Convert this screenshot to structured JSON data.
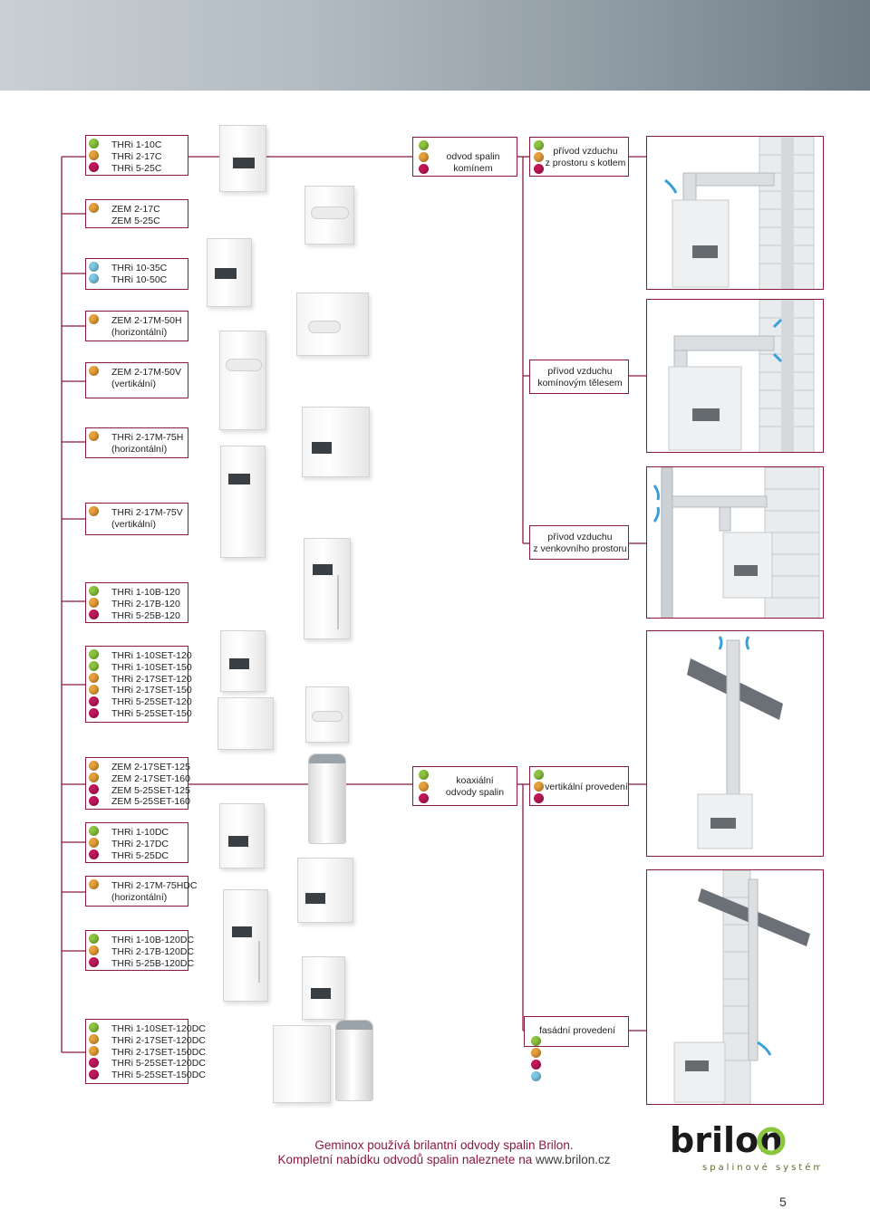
{
  "lists": [
    {
      "id": "g1",
      "dots": [
        "green",
        "orange",
        "magenta"
      ],
      "lines": [
        "THRi 1-10C",
        "THRi 2-17C",
        "THRi 5-25C"
      ]
    },
    {
      "id": "g2",
      "dots": [
        "orange"
      ],
      "lines": [
        "ZEM 2-17C",
        "ZEM 5-25C"
      ]
    },
    {
      "id": "g3",
      "dots": [
        "blue",
        "blue"
      ],
      "lines": [
        "THRi 10-35C",
        "THRi 10-50C"
      ]
    },
    {
      "id": "g4",
      "dots": [
        "orange"
      ],
      "lines": [
        "ZEM 2-17M-50H",
        "(horizontální)"
      ]
    },
    {
      "id": "g5",
      "dots": [
        "orange"
      ],
      "lines": [
        "ZEM 2-17M-50V",
        "(vertikální)"
      ]
    },
    {
      "id": "g6",
      "dots": [
        "orange"
      ],
      "lines": [
        "THRi 2-17M-75H",
        "(horizontální)"
      ]
    },
    {
      "id": "g7",
      "dots": [
        "orange"
      ],
      "lines": [
        "THRi 2-17M-75V",
        "(vertikální)"
      ]
    },
    {
      "id": "g8",
      "dots": [
        "green",
        "orange",
        "magenta"
      ],
      "lines": [
        "THRi 1-10B-120",
        "THRi 2-17B-120",
        "THRi 5-25B-120"
      ]
    },
    {
      "id": "g9",
      "dots": [
        "green",
        "green",
        "orange",
        "orange",
        "magenta",
        "magenta"
      ],
      "lines": [
        "THRi 1-10SET-120",
        "THRi 1-10SET-150",
        "THRi 2-17SET-120",
        "THRi 2-17SET-150",
        "THRi 5-25SET-120",
        "THRi 5-25SET-150"
      ]
    },
    {
      "id": "g10",
      "dots": [
        "orange",
        "orange",
        "magenta",
        "magenta"
      ],
      "lines": [
        "ZEM 2-17SET-125",
        "ZEM 2-17SET-160",
        "ZEM 5-25SET-125",
        "ZEM 5-25SET-160"
      ]
    },
    {
      "id": "g11",
      "dots": [
        "green",
        "orange",
        "magenta"
      ],
      "lines": [
        "THRi 1-10DC",
        "THRi 2-17DC",
        "THRi 5-25DC"
      ]
    },
    {
      "id": "g12",
      "dots": [
        "orange"
      ],
      "lines": [
        "THRi 2-17M-75HDC",
        "(horizontální)"
      ]
    },
    {
      "id": "g13",
      "dots": [
        "green",
        "orange",
        "magenta"
      ],
      "lines": [
        "THRi 1-10B-120DC",
        "THRi 2-17B-120DC",
        "THRi 5-25B-120DC"
      ]
    },
    {
      "id": "g14",
      "dots": [
        "green",
        "orange",
        "orange",
        "magenta",
        "magenta"
      ],
      "lines": [
        "THRi 1-10SET-120DC",
        "THRi 2-17SET-120DC",
        "THRi 2-17SET-150DC",
        "THRi 5-25SET-120DC",
        "THRi 5-25SET-150DC"
      ]
    }
  ],
  "mid_boxes": {
    "chimney": "odvod spalin komínem",
    "coaxial": [
      "koaxiální",
      "odvody spalin"
    ]
  },
  "right_boxes": {
    "air_room": [
      "přívod vzduchu",
      "z prostoru s kotlem"
    ],
    "air_chimney": [
      "přívod vzduchu",
      "komínovým tělesem"
    ],
    "air_outside": [
      "přívod vzduchu",
      "z venkovního prostoru"
    ],
    "vertical": "vertikální provedení",
    "facade": "fasádní provedení"
  },
  "footer": {
    "line1": "Geminox používá brilantní odvody spalin Brilon.",
    "line2_prefix": "Kompletní nabídku odvodů spalin naleznete na ",
    "line2_url": "www.brilon.cz"
  },
  "logo": {
    "word": "brilon",
    "tagline": "spalinové systémy"
  },
  "page_number": "5",
  "colors": {
    "accent": "#8a1a3c",
    "green": "#8cc63f",
    "orange": "#e8a13a",
    "magenta": "#c2185b",
    "blue": "#7fc9e6"
  }
}
